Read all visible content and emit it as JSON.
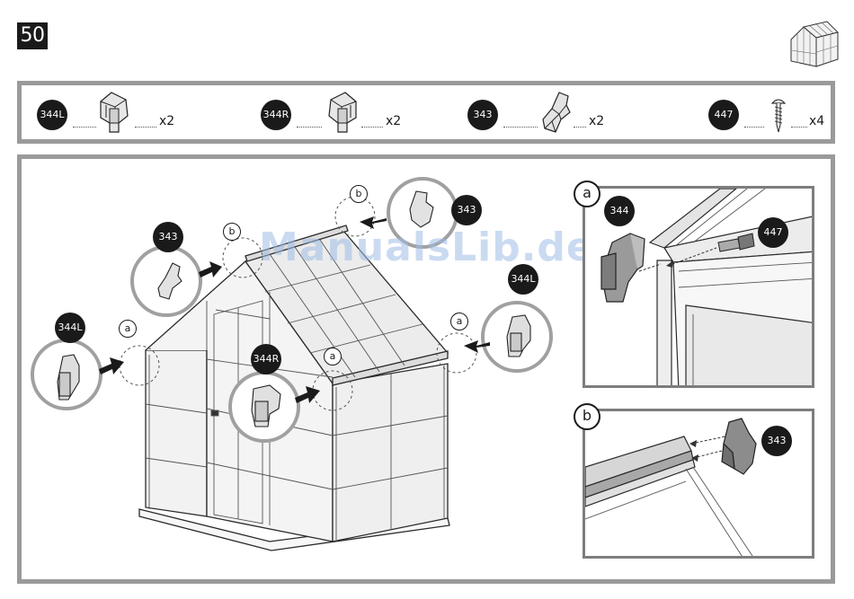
{
  "step_number": "50",
  "watermark": "ManualsLib.de",
  "parts": [
    {
      "code": "344L",
      "qty": "x2",
      "icon": "corner-bracket-left-icon"
    },
    {
      "code": "344R",
      "qty": "x2",
      "icon": "corner-bracket-right-icon"
    },
    {
      "code": "343",
      "qty": "x2",
      "icon": "ridge-end-cap-icon"
    },
    {
      "code": "447",
      "qty": "x4",
      "icon": "screw-icon"
    }
  ],
  "callouts": [
    {
      "code": "343",
      "letter": "b"
    },
    {
      "code": "343",
      "letter": "b"
    },
    {
      "code": "344L",
      "letter": "a"
    },
    {
      "code": "344L",
      "letter": "a"
    },
    {
      "code": "344R",
      "letter": "a"
    }
  ],
  "details": {
    "a": {
      "letter": "a",
      "part_bracket": "344",
      "part_screw": "447"
    },
    "b": {
      "letter": "b",
      "part_cap": "343"
    }
  }
}
